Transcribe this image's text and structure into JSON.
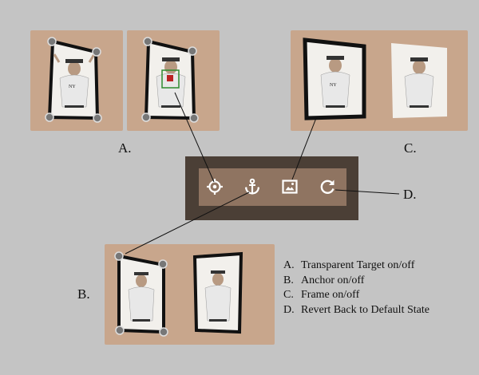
{
  "labels": {
    "a": "A.",
    "b": "B.",
    "c": "C.",
    "d": "D."
  },
  "legend": [
    {
      "key": "A.",
      "text": "Transparent Target on/off"
    },
    {
      "key": "B.",
      "text": "Anchor on/off"
    },
    {
      "key": "C.",
      "text": "Frame on/off"
    },
    {
      "key": "D.",
      "text": "Revert Back to Default State"
    }
  ],
  "toolbar": {
    "tools": [
      {
        "icon": "target-icon"
      },
      {
        "icon": "anchor-icon"
      },
      {
        "icon": "image-frame-icon"
      },
      {
        "icon": "revert-icon"
      }
    ]
  },
  "colors": {
    "background": "#c4c4c4",
    "card": "#c8a68c",
    "toolbar_outer": "#4b3f36",
    "toolbar_inner": "#8f7461",
    "target_box": "#2e8b2e"
  }
}
